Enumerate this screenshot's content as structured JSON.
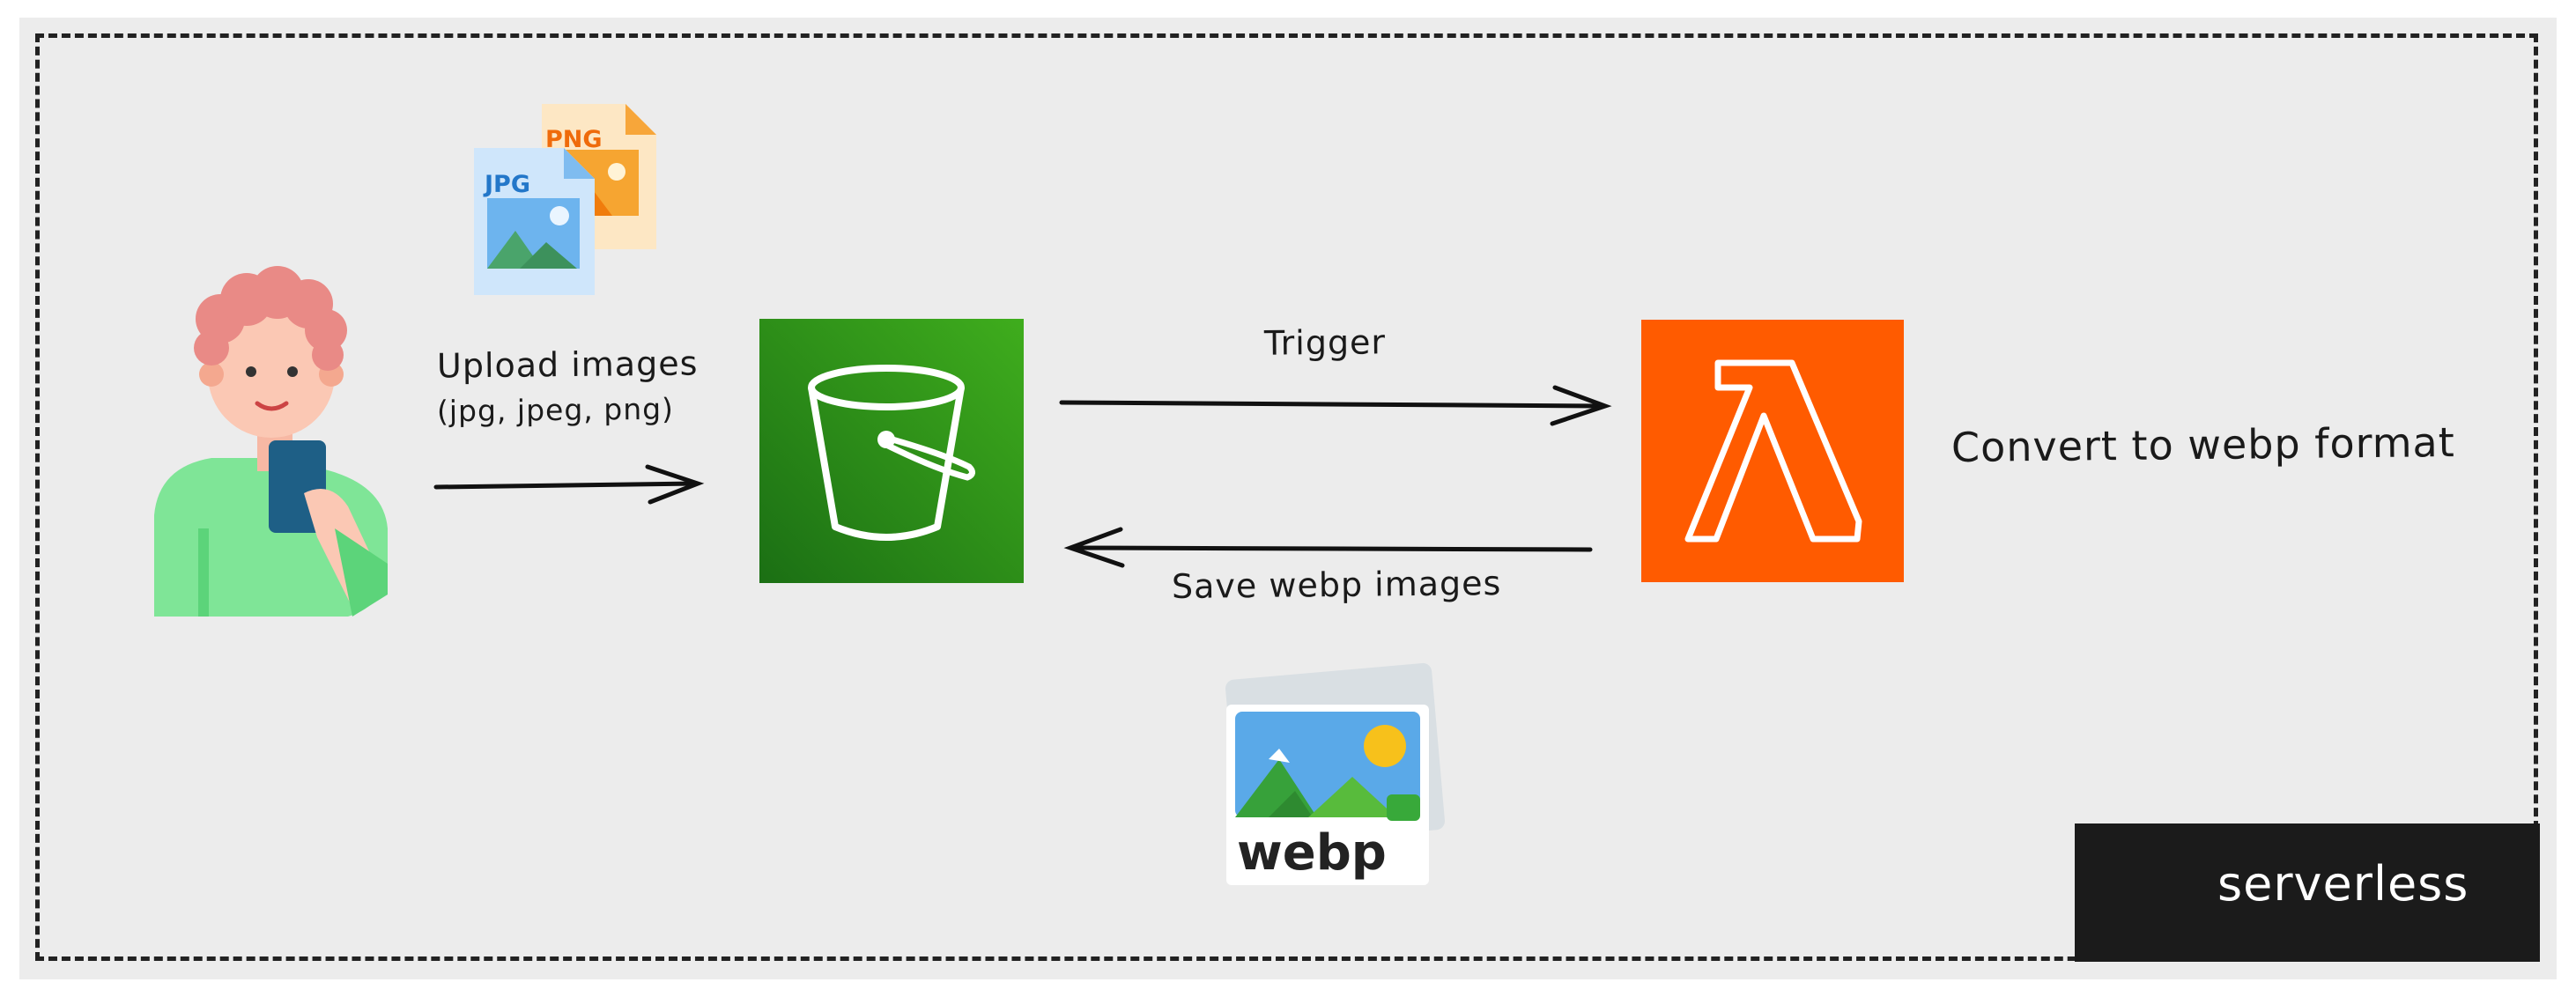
{
  "labels": {
    "upload": "Upload images",
    "upload_formats": "(jpg, jpeg, png)",
    "trigger": "Trigger",
    "save": "Save webp images",
    "convert": "Convert to webp format"
  },
  "icons": {
    "jpg_file": "JPG",
    "png_file": "PNG",
    "webp": "webp"
  },
  "brand": {
    "name": "serverless"
  },
  "colors": {
    "s3_green_light": "#3aa41b",
    "s3_green_dark": "#1b7a14",
    "lambda_orange": "#ff5b00",
    "serverless_red": "#fd5750",
    "badge_bg": "#1b1b1b",
    "canvas_bg": "#ececec"
  }
}
